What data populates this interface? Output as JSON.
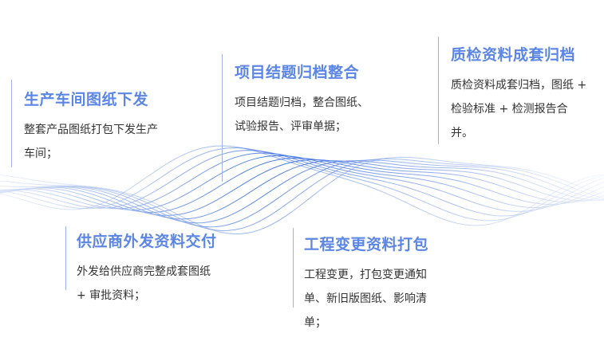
{
  "accent_color": "#5b86e6",
  "cards": [
    {
      "title": "生产车间图纸下发",
      "desc": "整套产品图纸打包下发生产车间；"
    },
    {
      "title": "项目结题归档整合",
      "desc": "项目结题归档，整合图纸、试验报告、评审单据；"
    },
    {
      "title": "质检资料成套归档",
      "desc": "质检资料成套归档，图纸 + 检验标准 + 检测报告合并。"
    },
    {
      "title": "供应商外发资料交付",
      "desc": "外发给供应商完整成套图纸 + 审批资料；"
    },
    {
      "title": "工程变更资料打包",
      "desc": "工程变更，打包变更通知单、新旧版图纸、影响清单；"
    }
  ]
}
